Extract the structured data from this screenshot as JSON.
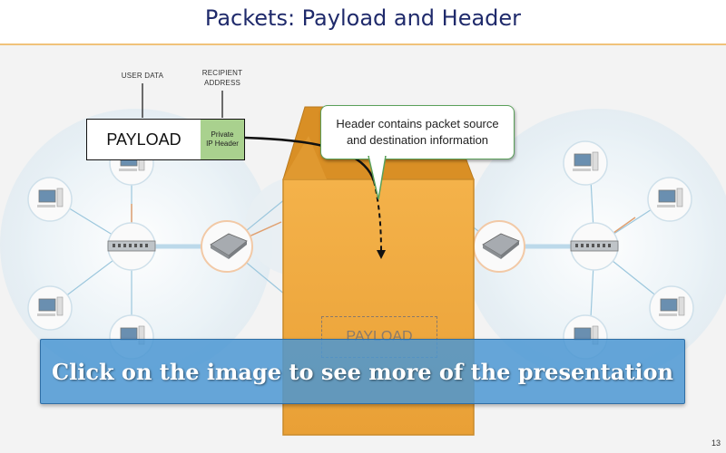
{
  "slide": {
    "title": "Packets: Payload and Header",
    "page_number": "13"
  },
  "diagram": {
    "user_data_label": "USER DATA",
    "recipient_label_line1": "RECIPIENT",
    "recipient_label_line2": "ADDRESS",
    "payload_label": "PAYLOAD",
    "header_line1": "Private",
    "header_line2": "IP Header",
    "callout_line1": "Header contains packet source",
    "callout_line2": "and destination information",
    "envelope_payload_label": "PAYLOAD"
  },
  "banner": {
    "text": "Click on the image to see more of the presentation"
  },
  "colors": {
    "title": "#1f2a6b",
    "title_rule": "#f0c27a",
    "envelope": "#f0ac3c",
    "header_box": "#a9d18e",
    "callout_border": "#5aa05a",
    "banner": "#4b96d2"
  }
}
